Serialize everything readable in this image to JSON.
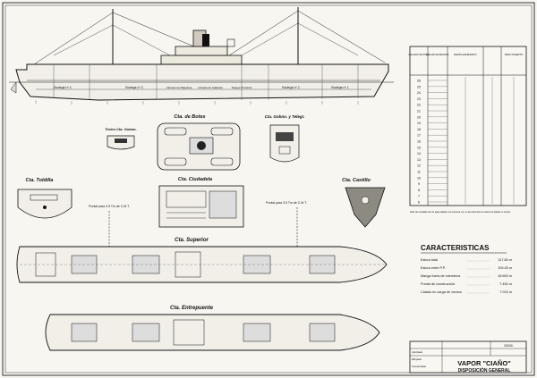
{
  "profile": {
    "hold_labels": [
      "Bodega nº 4",
      "Bodega nº 3",
      "Bodega nº 2",
      "Bodega nº 1"
    ],
    "room_labels": [
      "Cámara de Máquinas",
      "Cámara de Calderas",
      "Tanque Profundo"
    ]
  },
  "decks": {
    "botes": "Cta. de Botes",
    "techo": "Techo Cta. Gobno.",
    "gobierno": "Cta. Gobno. y Telegr.",
    "toldilla": "Cta. Toldilla",
    "ciudadela": "Cta. Ciudadela",
    "castillo": "Cta. Castillo",
    "superior": "Cta. Superior",
    "entrepuente": "Cta. Entrepuente"
  },
  "puntal_notes": [
    "Puntal para 3.5 Tm de C.M.T.",
    "Puntal para 3.5 Tm de C.M.T."
  ],
  "scale_table": {
    "column_headers": [
      "CALADO EN PIES",
      "CALADO EN METROS",
      "DESPLAZAMIENTO",
      "PESO MUERTO"
    ],
    "draft_ft": [
      "26",
      "25",
      "24",
      "23",
      "22",
      "21",
      "20",
      "19",
      "18",
      "17",
      "16",
      "15",
      "14",
      "13",
      "12",
      "11",
      "10",
      "9",
      "8",
      "7",
      "6"
    ],
    "note": "Nota: las entradas son de agua salada. Los números ent. en las columnas se refieren al calado en metros."
  },
  "characteristics": {
    "title": "CARACTERISTICAS",
    "rows": [
      {
        "label": "Eslora total",
        "value": "117.80 m"
      },
      {
        "label": "Eslora entre P.P.",
        "value": "109.45 m"
      },
      {
        "label": "Manga fuera de miembros",
        "value": "16.650 m"
      },
      {
        "label": "Puntal de construcción",
        "value": "7.450 m"
      },
      {
        "label": "Calado en carga de verano",
        "value": "7.015 m"
      }
    ]
  },
  "title_block": {
    "ship_name": "VAPOR \"CIAÑO\"",
    "subtitle": "DISPOSICIÓN GENERAL",
    "left_labels": [
      "Aprobado",
      "Dibujado",
      "Comprobado"
    ],
    "ref": "20000"
  }
}
